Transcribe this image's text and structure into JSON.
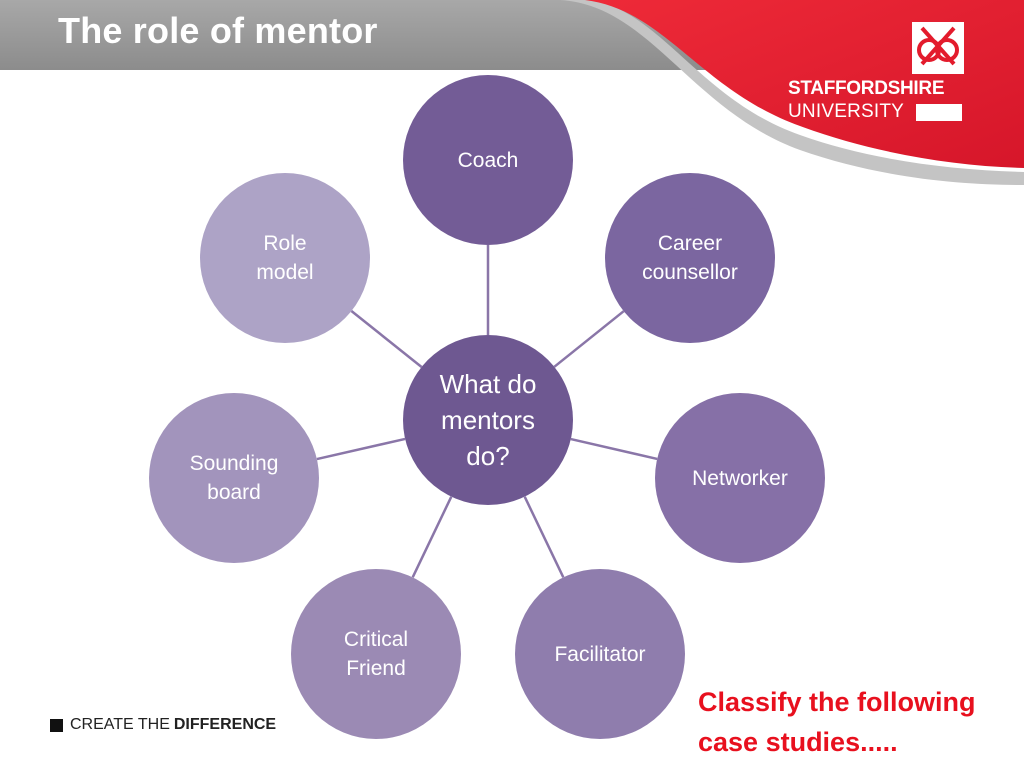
{
  "slide": {
    "title": "The role of mentor"
  },
  "logo": {
    "line1": "STAFFORDSHIRE",
    "line2": "UNIVERSITY",
    "emblem_icon": "stafford-knot-icon"
  },
  "diagram": {
    "center": "What do\nmentors\ndo?",
    "nodes": [
      {
        "id": "coach",
        "label": "Coach",
        "color": "#735c96"
      },
      {
        "id": "career-counsellor",
        "label": "Career\ncounsellor",
        "color": "#7b66a0"
      },
      {
        "id": "networker",
        "label": "Networker",
        "color": "#8670a7"
      },
      {
        "id": "facilitator",
        "label": "Facilitator",
        "color": "#8f7dad"
      },
      {
        "id": "critical-friend",
        "label": "Critical\nFriend",
        "color": "#9b8ab4"
      },
      {
        "id": "sounding-board",
        "label": "Sounding\nboard",
        "color": "#a294bc"
      },
      {
        "id": "role-model",
        "label": "Role\nmodel",
        "color": "#ada3c6"
      }
    ],
    "center_color": "#6e5891",
    "connector_color": "#8a76a8"
  },
  "footer": {
    "prefix": "CREATE THE",
    "emphasis": "DIFFERENCE"
  },
  "callout": {
    "line1": "Classify the following",
    "line2": "case studies....."
  },
  "colors": {
    "brand_red": "#e31b2c",
    "header_grey": "#9a9a9a",
    "callout_red": "#e8101e"
  }
}
